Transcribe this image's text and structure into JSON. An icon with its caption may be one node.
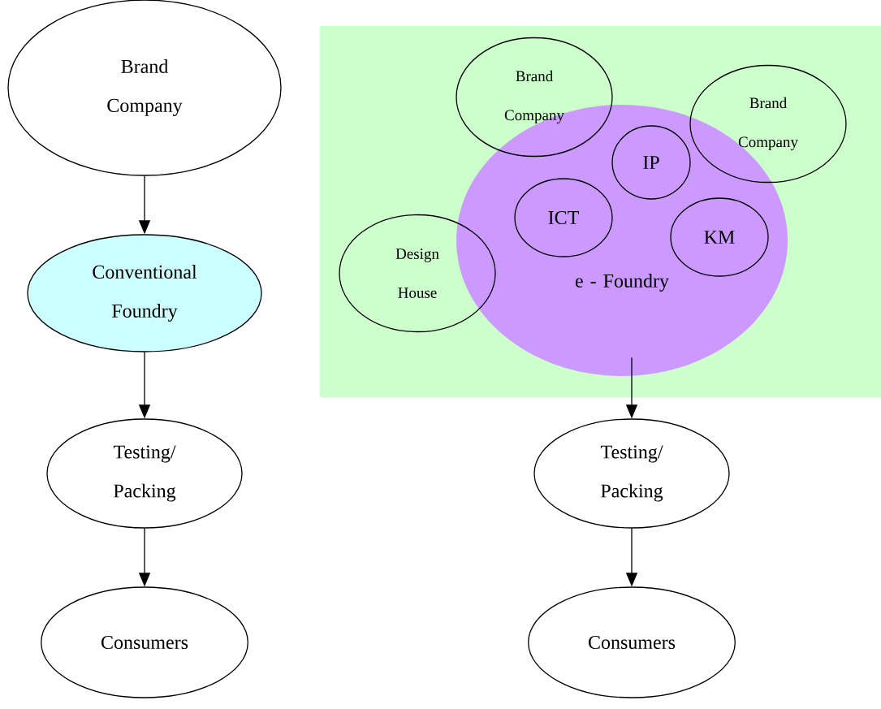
{
  "diagram": {
    "nodes": [
      {
        "text": [
          "Brand Company"
        ]
      },
      {
        "text": [
          "Conventional Foundry"
        ]
      },
      {
        "text": [
          "Testing/ Packing"
        ]
      },
      {
        "text": [
          "Consumers"
        ]
      },
      {
        "text": [],
        "shape": "box"
      },
      {
        "text": [
          "Brand Company"
        ],
        "in": 4
      },
      {
        "text": [
          "Brand Company"
        ],
        "in": 4
      },
      {
        "text": [
          "e - Foundry"
        ],
        "in": 4
      },
      {
        "text": [
          "IP"
        ],
        "in": 7
      },
      {
        "text": [
          "ICT"
        ],
        "in": 7
      },
      {
        "text": [
          "KM"
        ],
        "in": 7
      },
      {
        "text": [
          "Design House"
        ],
        "in": 4
      },
      {
        "text": [
          "Testing/ Packing"
        ]
      },
      {
        "text": [
          "Consumers"
        ]
      }
    ],
    "edges": [
      {
        "from": 0,
        "to": 1,
        "arrow": "to"
      },
      {
        "from": 1,
        "to": 2,
        "arrow": "to"
      },
      {
        "from": 2,
        "to": 3,
        "arrow": "to"
      },
      {
        "from": 7,
        "to": 12,
        "arrow": "to"
      },
      {
        "from": 12,
        "to": 13,
        "arrow": "to"
      }
    ]
  }
}
